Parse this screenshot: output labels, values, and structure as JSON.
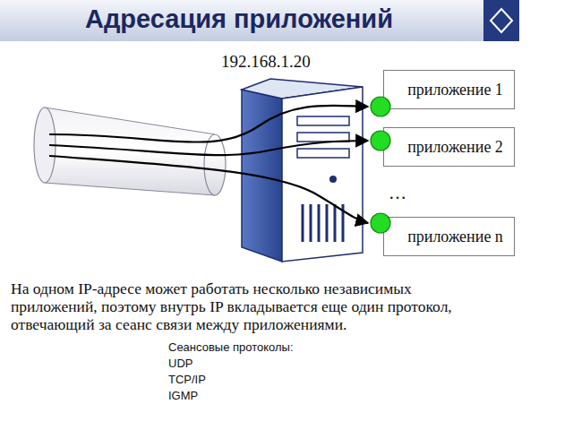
{
  "diagram": {
    "title": "Адресация приложений",
    "nodes": [
      {
        "text": [
          "приложение 1"
        ]
      },
      {
        "text": [
          "приложение 2"
        ]
      },
      {
        "text": [
          "приложение n"
        ]
      }
    ],
    "labels": [
      "192.168.1.20",
      "…",
      "На одном IP-адресе может работать несколько независимых приложений, поэтому внутрь IP вкладывается еще один протокол, отвечающий за сеанс связи между приложениями.",
      "Сеансовые протоколы:",
      "UDP",
      "TCP/IP",
      "IGMP"
    ]
  }
}
